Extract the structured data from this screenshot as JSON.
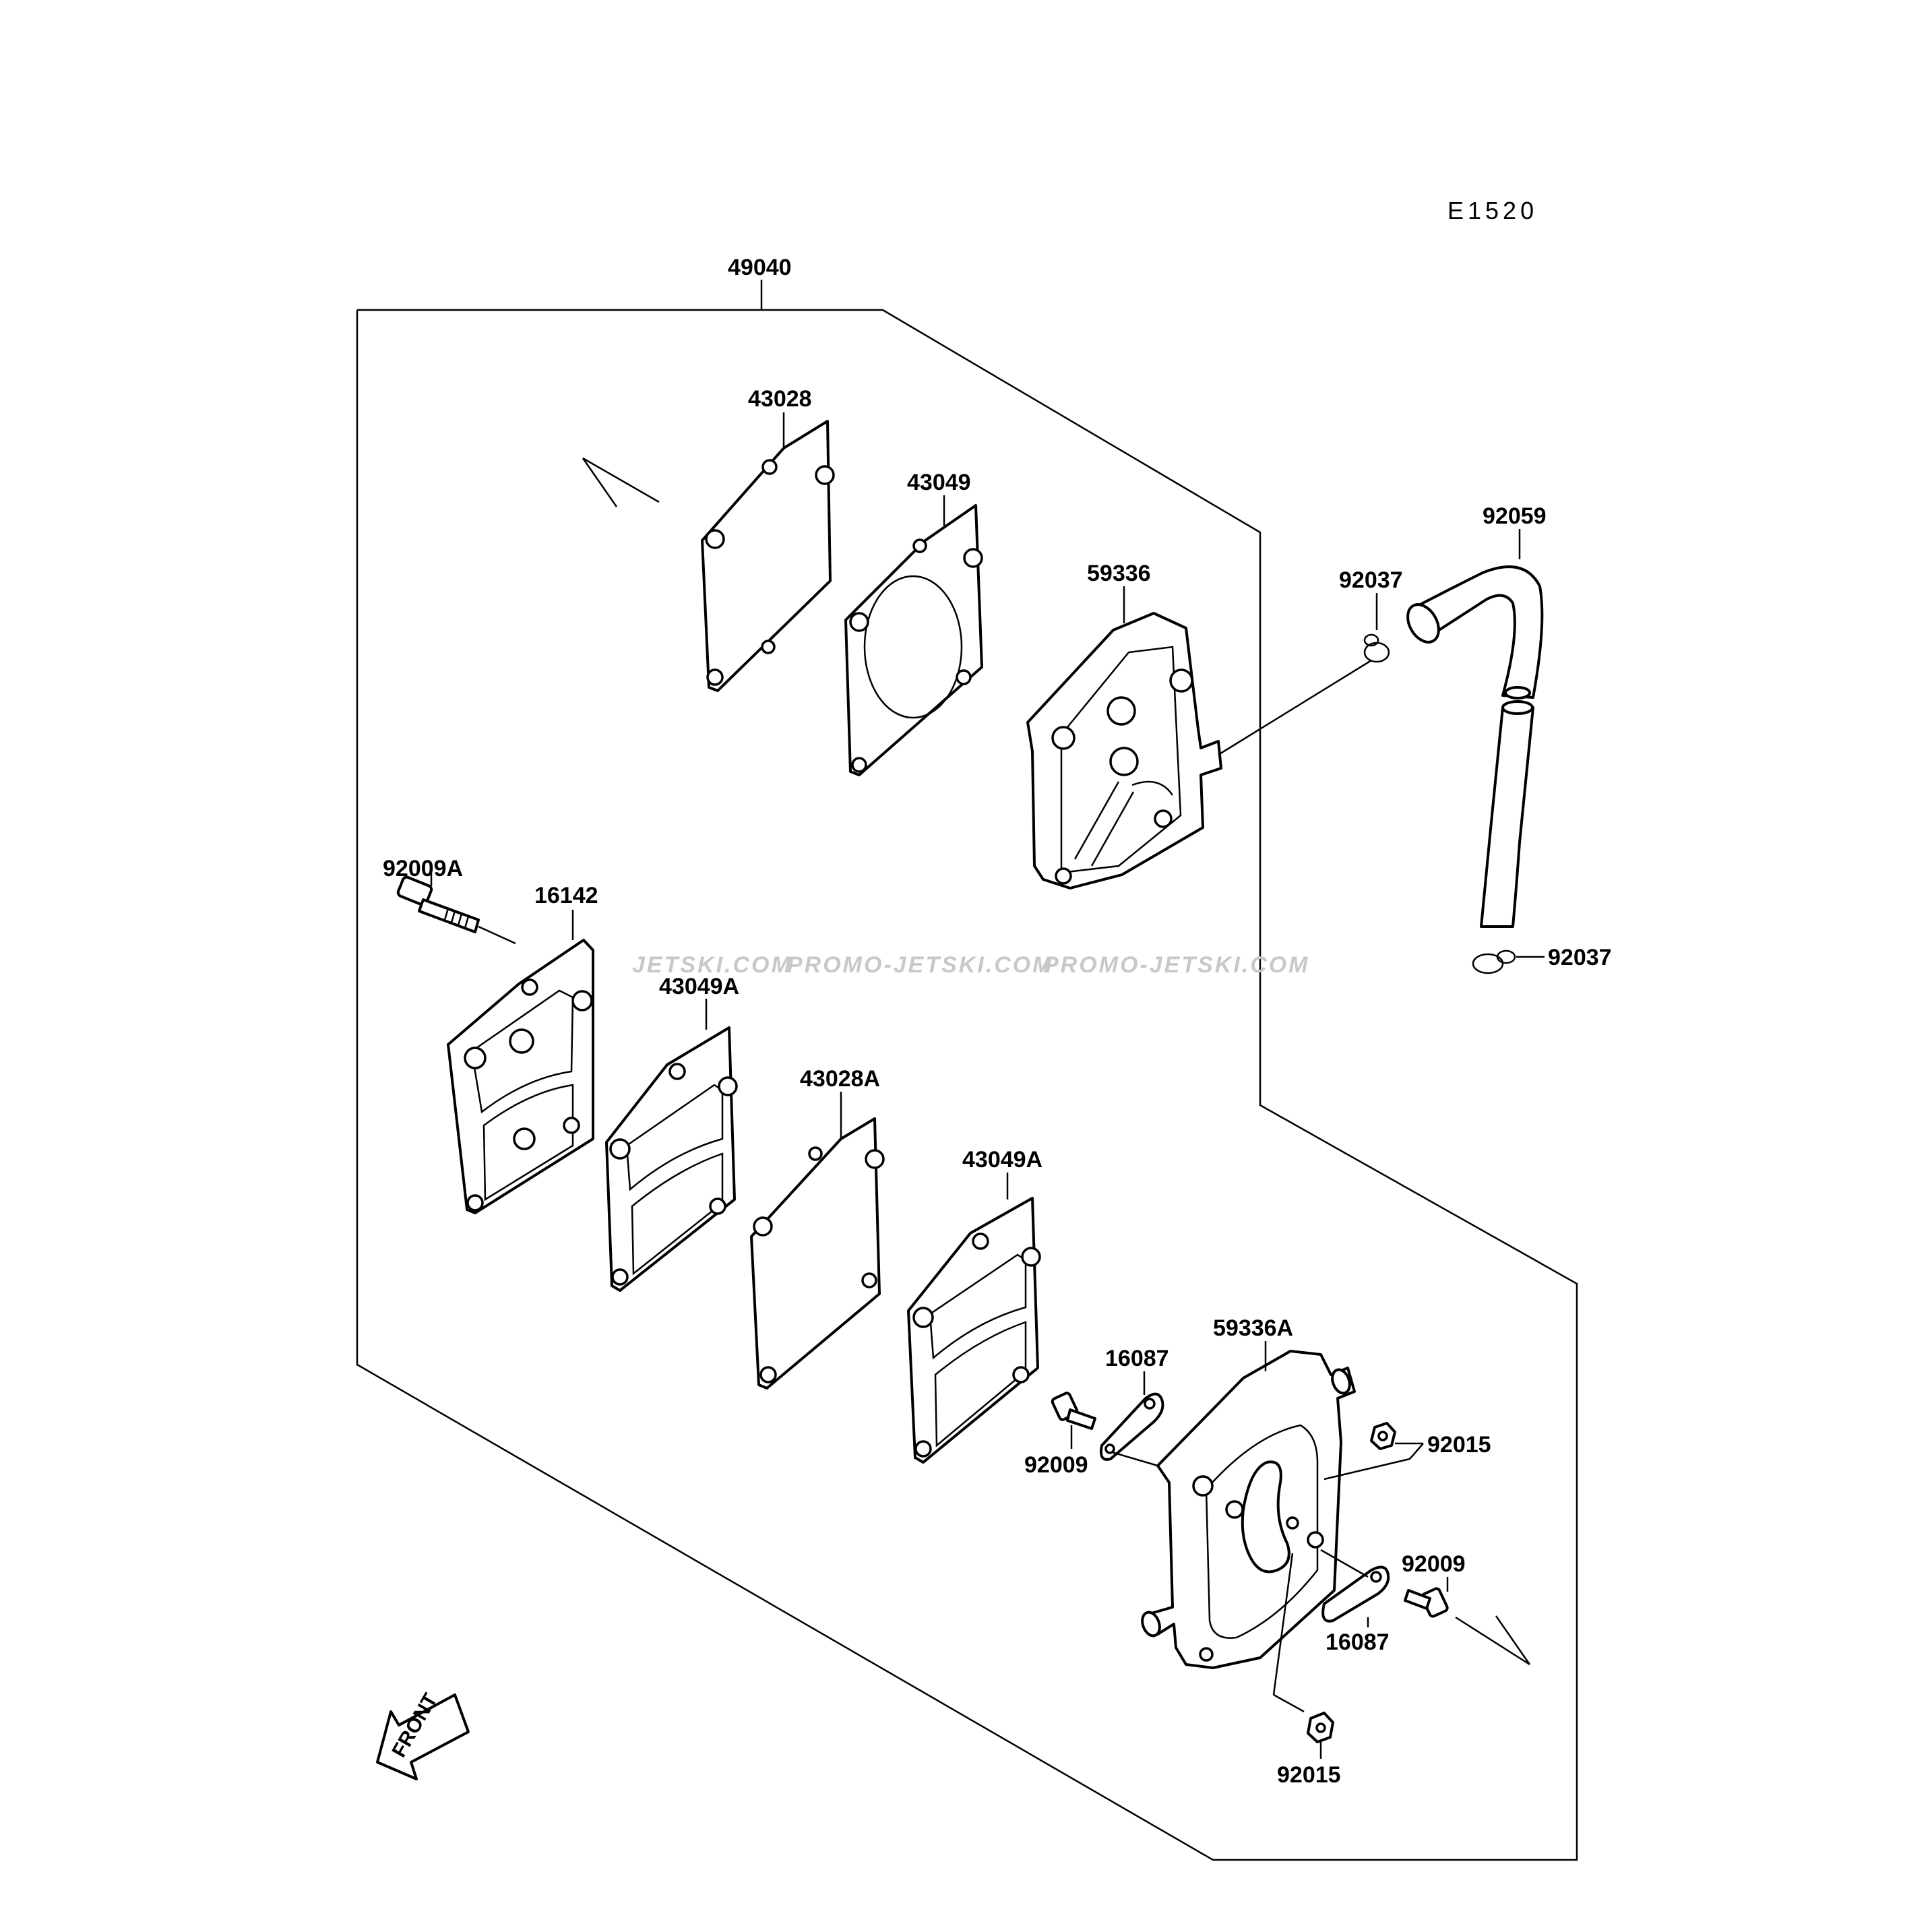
{
  "diagram": {
    "code": "E1520",
    "watermarks": [
      "JETSKI.COM",
      "PROMO-JETSKI.COM",
      "PROMO-JETSKI.COM"
    ],
    "front_label": "FRONT",
    "parts": [
      {
        "id": "49040",
        "name": "49040"
      },
      {
        "id": "43028",
        "name": "43028"
      },
      {
        "id": "43049",
        "name": "43049"
      },
      {
        "id": "59336",
        "name": "59336"
      },
      {
        "id": "92037a",
        "name": "92037"
      },
      {
        "id": "92059",
        "name": "92059"
      },
      {
        "id": "92037b",
        "name": "92037"
      },
      {
        "id": "92009A",
        "name": "92009A"
      },
      {
        "id": "16142",
        "name": "16142"
      },
      {
        "id": "43049A_1",
        "name": "43049A"
      },
      {
        "id": "43028A",
        "name": "43028A"
      },
      {
        "id": "43049A_2",
        "name": "43049A"
      },
      {
        "id": "59336A",
        "name": "59336A"
      },
      {
        "id": "16087a",
        "name": "16087"
      },
      {
        "id": "92009a",
        "name": "92009"
      },
      {
        "id": "92015a",
        "name": "92015"
      },
      {
        "id": "92009b",
        "name": "92009"
      },
      {
        "id": "16087b",
        "name": "16087"
      },
      {
        "id": "92015b",
        "name": "92015"
      }
    ]
  }
}
